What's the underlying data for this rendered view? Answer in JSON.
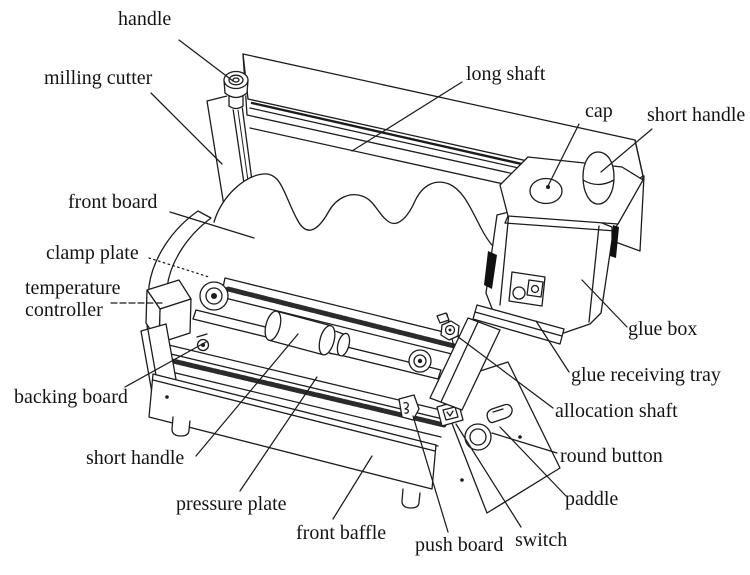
{
  "figure": {
    "description": "Line diagram of a desktop glue book-binding machine with labeled parts",
    "background": "#ffffff",
    "line_color": "#1c1c1c",
    "text_color": "#141414"
  },
  "labels": [
    {
      "id": "handle",
      "text": "handle"
    },
    {
      "id": "milling-cutter",
      "text": "milling cutter"
    },
    {
      "id": "long-shaft",
      "text": "long shaft"
    },
    {
      "id": "cap",
      "text": "cap"
    },
    {
      "id": "short-handle-top",
      "text": "short handle"
    },
    {
      "id": "front-board",
      "text": "front board"
    },
    {
      "id": "clamp-plate",
      "text": "clamp plate"
    },
    {
      "id": "temperature-controller",
      "text": "temperature controller"
    },
    {
      "id": "backing-board",
      "text": "backing board"
    },
    {
      "id": "short-handle-bottom",
      "text": "short handle"
    },
    {
      "id": "pressure-plate",
      "text": "pressure plate"
    },
    {
      "id": "front-baffle",
      "text": "front baffle"
    },
    {
      "id": "push-board",
      "text": "push board"
    },
    {
      "id": "switch",
      "text": "switch"
    },
    {
      "id": "paddle",
      "text": "paddle"
    },
    {
      "id": "round-button",
      "text": "round button"
    },
    {
      "id": "allocation-shaft",
      "text": "allocation shaft"
    },
    {
      "id": "glue-receiving-tray",
      "text": "glue receiving tray"
    },
    {
      "id": "glue-box",
      "text": "glue box"
    }
  ]
}
